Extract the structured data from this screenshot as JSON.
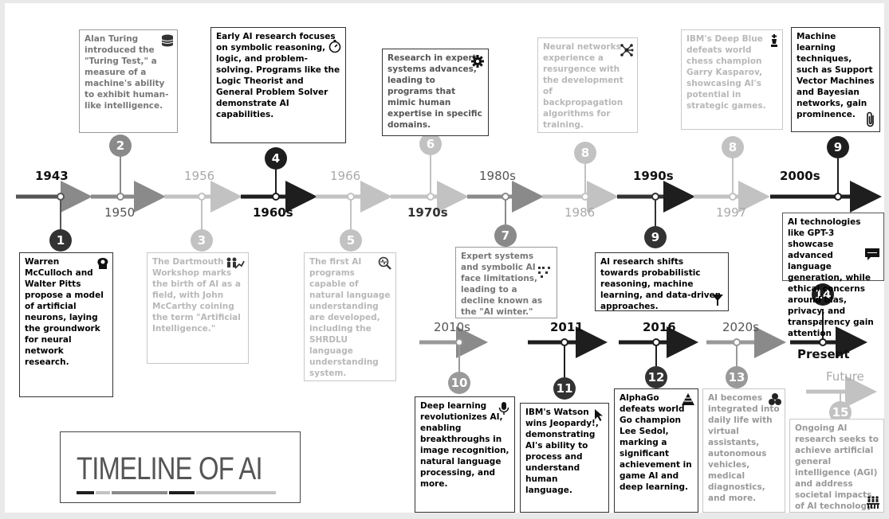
{
  "title": "TIMELINE OF AI",
  "colors": {
    "dark": "#1e1e1e",
    "mid": "#8a8a8a",
    "light": "#c2c2c2"
  },
  "years": {
    "y1943": "1943",
    "y1950": "1950",
    "y1956": "1956",
    "y1960s": "1960s",
    "y1966": "1966",
    "y1970s": "1970s",
    "y1980s": "1980s",
    "y1986": "1986",
    "y1990s": "1990s",
    "y1997": "1997",
    "y2000s": "2000s",
    "y2010s": "2010s",
    "y2011": "2011",
    "y2016": "2016",
    "y2020s": "2020s",
    "present": "Present",
    "future": "Future"
  },
  "badges": {
    "b1": "1",
    "b2": "2",
    "b3": "3",
    "b4": "4",
    "b5": "5",
    "b6": "6",
    "b7": "7",
    "b8a": "8",
    "b9a": "9",
    "b8b": "8",
    "b9b": "9",
    "b10": "10",
    "b11": "11",
    "b12": "12",
    "b13": "13",
    "b14": "14",
    "b15": "15"
  },
  "cards": {
    "c1": "Warren McCulloch and Walter Pitts propose a model of artificial neurons, laying the groundwork for neural network research.",
    "c2": "Alan Turing introduced the \"Turing Test,\" a measure of a machine's ability to exhibit human-like intelligence.",
    "c3": "The Dartmouth Workshop marks the birth of AI as a field, with John McCarthy coining the term \"Artificial Intelligence.\"",
    "c4": "Early AI research focuses on symbolic reasoning, logic, and problem-solving. Programs like the Logic Theorist and General Problem Solver demonstrate AI capabilities.",
    "c5": "The first AI programs capable of natural language understanding are developed, including the SHRDLU language understanding system.",
    "c6": "Research in expert systems advances, leading to programs that mimic human expertise in specific domains.",
    "c7": "Expert systems and symbolic AI face limitations, leading to a decline known as the \"AI winter.\"",
    "c8a": "Neural networks experience a resurgence with the development of backpropagation algorithms for training.",
    "c9a": "AI research shifts towards probabilistic reasoning, machine learning, and data-driven approaches.",
    "c8b": "IBM's Deep Blue defeats world chess champion Garry Kasparov, showcasing AI's potential in strategic games.",
    "c9b": "Machine learning techniques, such as Support Vector Machines and Bayesian networks, gain prominence.",
    "c10": "Deep learning revolutionizes AI, enabling breakthroughs in image recognition, natural language processing, and more.",
    "c11": "IBM's Watson wins Jeopardy!, demonstrating AI's ability to process and understand human language.",
    "c12": "AlphaGo defeats world Go champion Lee Sedol, marking a significant achievement in game AI and deep learning.",
    "c13": "AI becomes integrated into daily life with virtual assistants, autonomous vehicles, medical diagnostics, and more.",
    "c14": "AI technologies like GPT-3 showcase advanced language generation, while ethical concerns around bias, privacy, and transparency gain attention",
    "c15": "Ongoing AI research seeks to achieve artificial general intelligence (AGI) and address societal impacts of AI technology."
  }
}
